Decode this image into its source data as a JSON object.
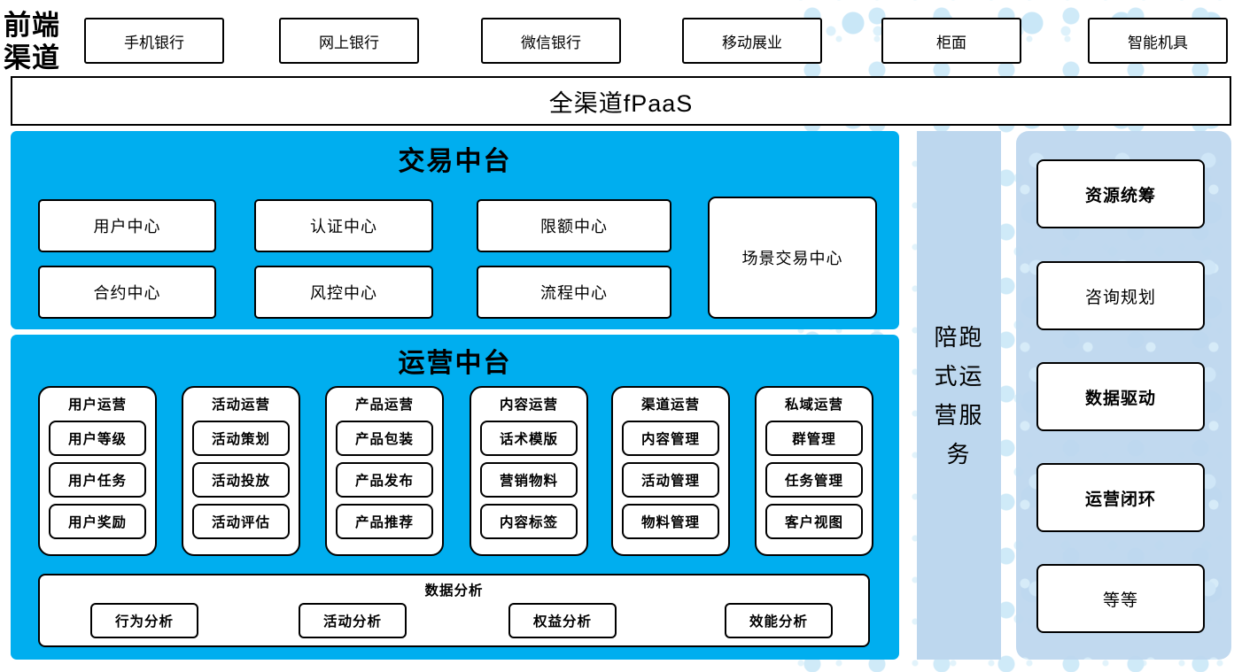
{
  "header": {
    "label_line1": "前端",
    "label_line2": "渠道",
    "channels": [
      "手机银行",
      "网上银行",
      "微信银行",
      "移动展业",
      "柜面",
      "智能机具"
    ]
  },
  "fpaas_bar": {
    "label": "全渠道fPaaS"
  },
  "trading_platform": {
    "title": "交易中台",
    "centers": [
      "用户中心",
      "认证中心",
      "限额中心",
      "合约中心",
      "风控中心",
      "流程中心"
    ],
    "scenario_center": "场景交易中心"
  },
  "operation_platform": {
    "title": "运营中台",
    "groups": [
      {
        "title": "用户运营",
        "items": [
          "用户等级",
          "用户任务",
          "用户奖励"
        ]
      },
      {
        "title": "活动运营",
        "items": [
          "活动策划",
          "活动投放",
          "活动评估"
        ]
      },
      {
        "title": "产品运营",
        "items": [
          "产品包装",
          "产品发布",
          "产品推荐"
        ]
      },
      {
        "title": "内容运营",
        "items": [
          "话术模版",
          "营销物料",
          "内容标签"
        ]
      },
      {
        "title": "渠道运营",
        "items": [
          "内容管理",
          "活动管理",
          "物料管理"
        ]
      },
      {
        "title": "私域运营",
        "items": [
          "群管理",
          "任务管理",
          "客户视图"
        ]
      }
    ],
    "data_analysis": {
      "title": "数据分析",
      "items": [
        "行为分析",
        "活动分析",
        "权益分析",
        "效能分析"
      ]
    }
  },
  "side_bar": {
    "label": "陪跑式运营服务"
  },
  "service_panel": {
    "items": [
      {
        "label": "资源统筹",
        "bold": true
      },
      {
        "label": "咨询规划",
        "bold": false
      },
      {
        "label": "数据驱动",
        "bold": true
      },
      {
        "label": "运营闭环",
        "bold": true
      },
      {
        "label": "等等",
        "bold": false
      }
    ]
  },
  "colors": {
    "platform_blue": "#00AEEF",
    "panel_blue": "#BDD7EE",
    "dot_blue": "#CFEAF8",
    "box_border": "#000000"
  }
}
